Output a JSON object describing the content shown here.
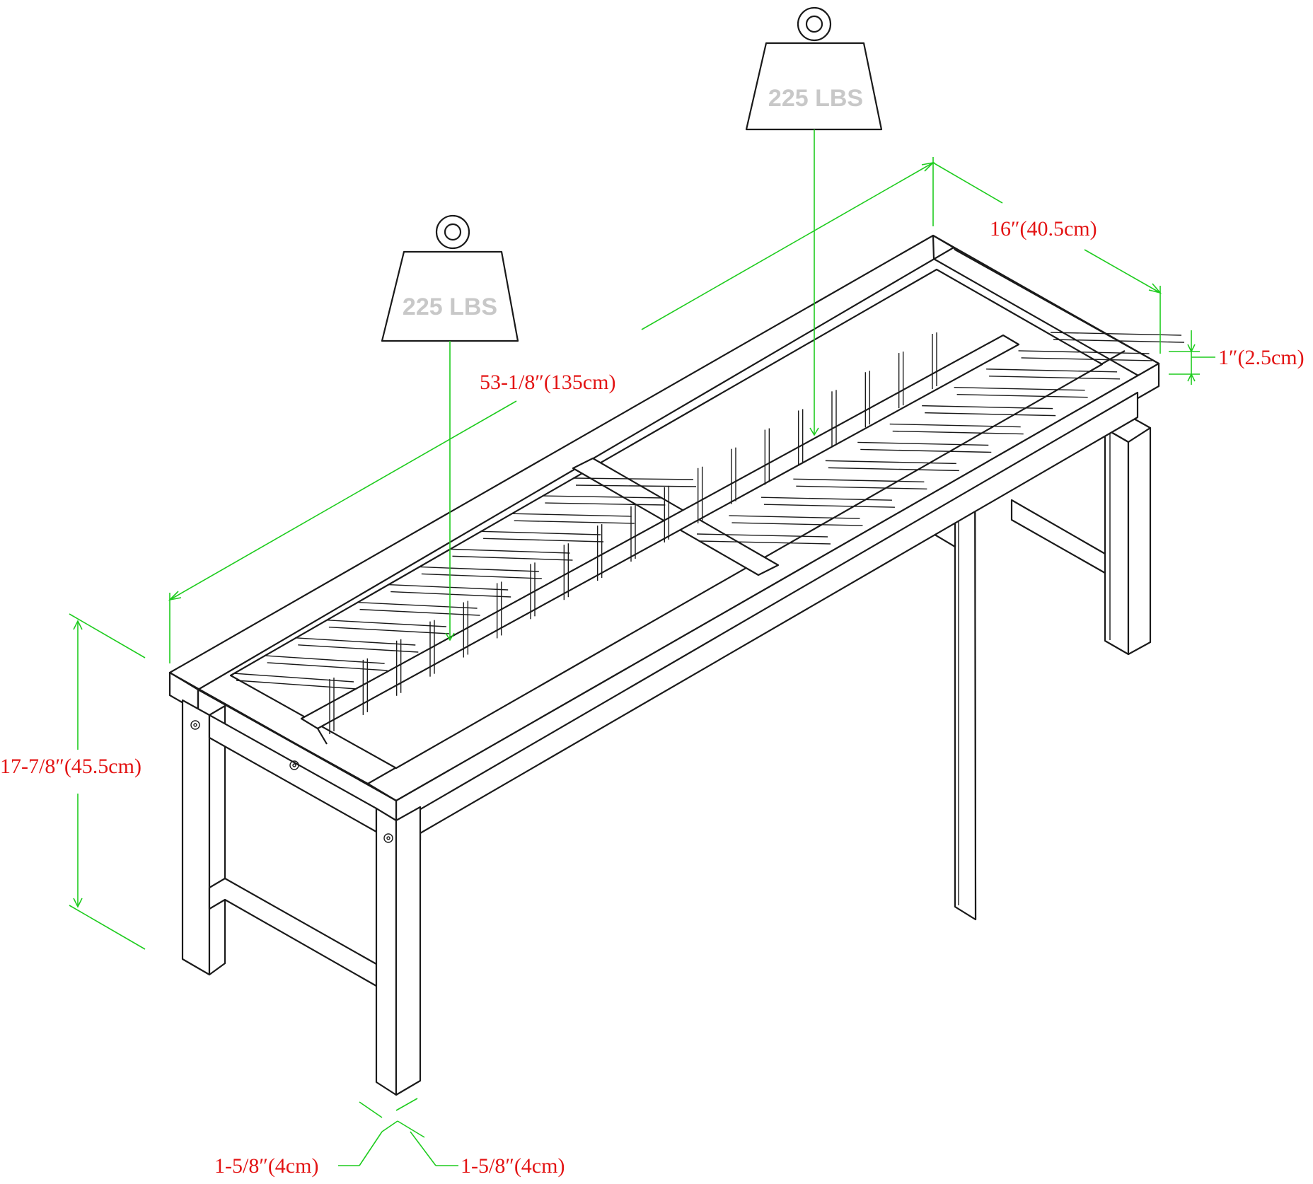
{
  "diagram": {
    "dimensions": {
      "length": "53-1/8″(135cm)",
      "depth": "16″(40.5cm)",
      "thickness": "1″(2.5cm)",
      "height": "17-7/8″(45.5cm)",
      "leg_width_left": "1-5/8″(4cm)",
      "leg_width_right": "1-5/8″(4cm)"
    },
    "weights": [
      {
        "label": "225 LBS"
      },
      {
        "label": "225 LBS"
      }
    ],
    "colors": {
      "dimension_text": "#e31414",
      "dimension_lines": "#1fcc1f",
      "outline": "#1a1a1a",
      "weight_label": "#c8c8c8"
    }
  }
}
